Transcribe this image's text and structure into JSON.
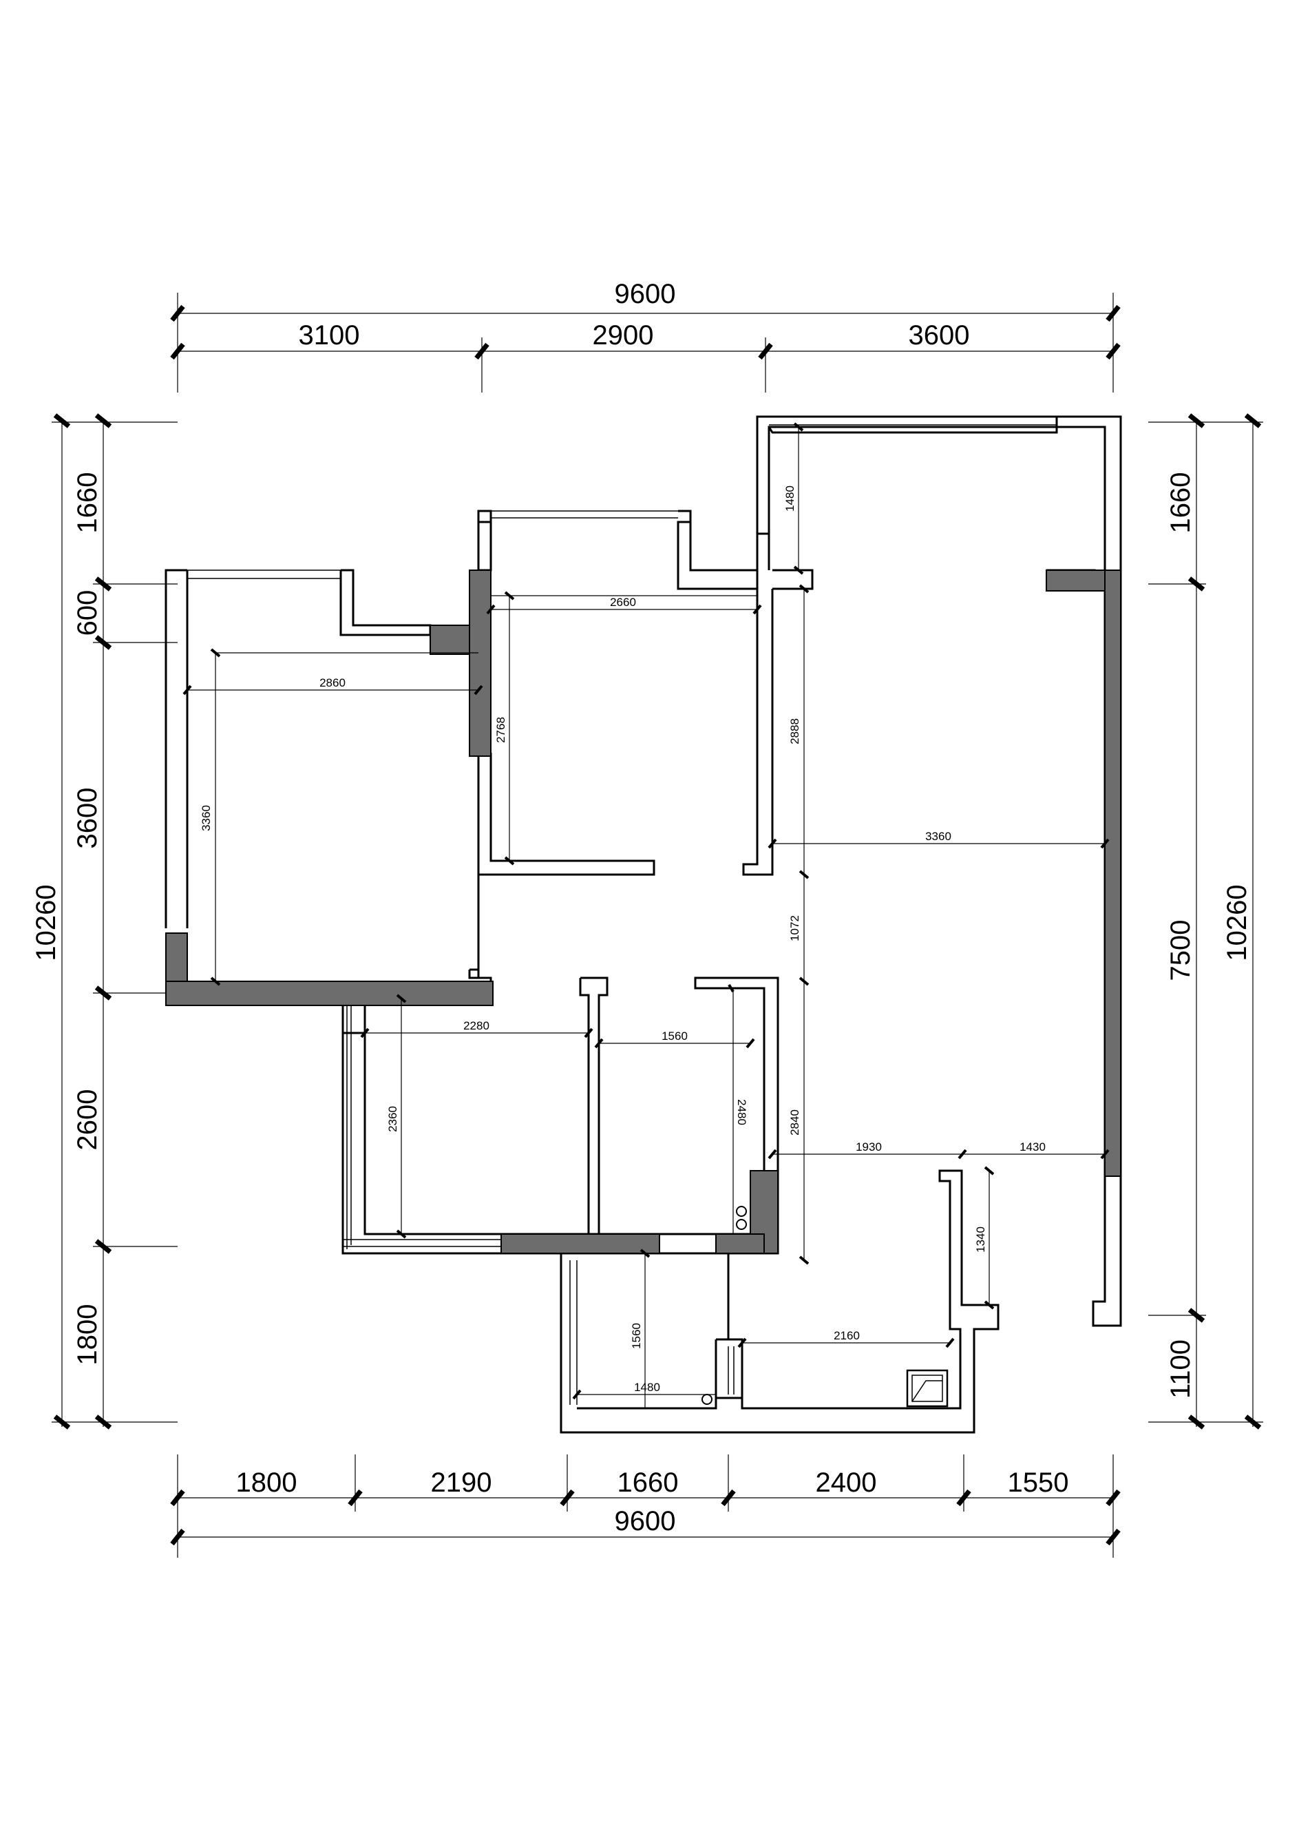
{
  "top": {
    "total": "9600",
    "segments": [
      "3100",
      "2900",
      "3600"
    ]
  },
  "bottom": {
    "total": "9600",
    "segments": [
      "1800",
      "2190",
      "1660",
      "2400",
      "1550"
    ]
  },
  "left": {
    "total": "10260",
    "segments": [
      "1660",
      "600",
      "3600",
      "2600",
      "1800"
    ]
  },
  "right": {
    "total": "10260",
    "segments": [
      "1660",
      "7500",
      "1100"
    ]
  },
  "interior": {
    "d2660": "2660",
    "d2860": "2860",
    "d2768": "2768",
    "d3360a": "3360",
    "d1480a": "1480",
    "d2888": "2888",
    "d3360b": "3360",
    "d1072": "1072",
    "d2280": "2280",
    "d1560a": "1560",
    "d2360": "2360",
    "d2480": "2480",
    "d2840": "2840",
    "d1930": "1930",
    "d1430": "1430",
    "d1340": "1340",
    "d1560b": "1560",
    "d2160": "2160",
    "d1480b": "1480"
  }
}
